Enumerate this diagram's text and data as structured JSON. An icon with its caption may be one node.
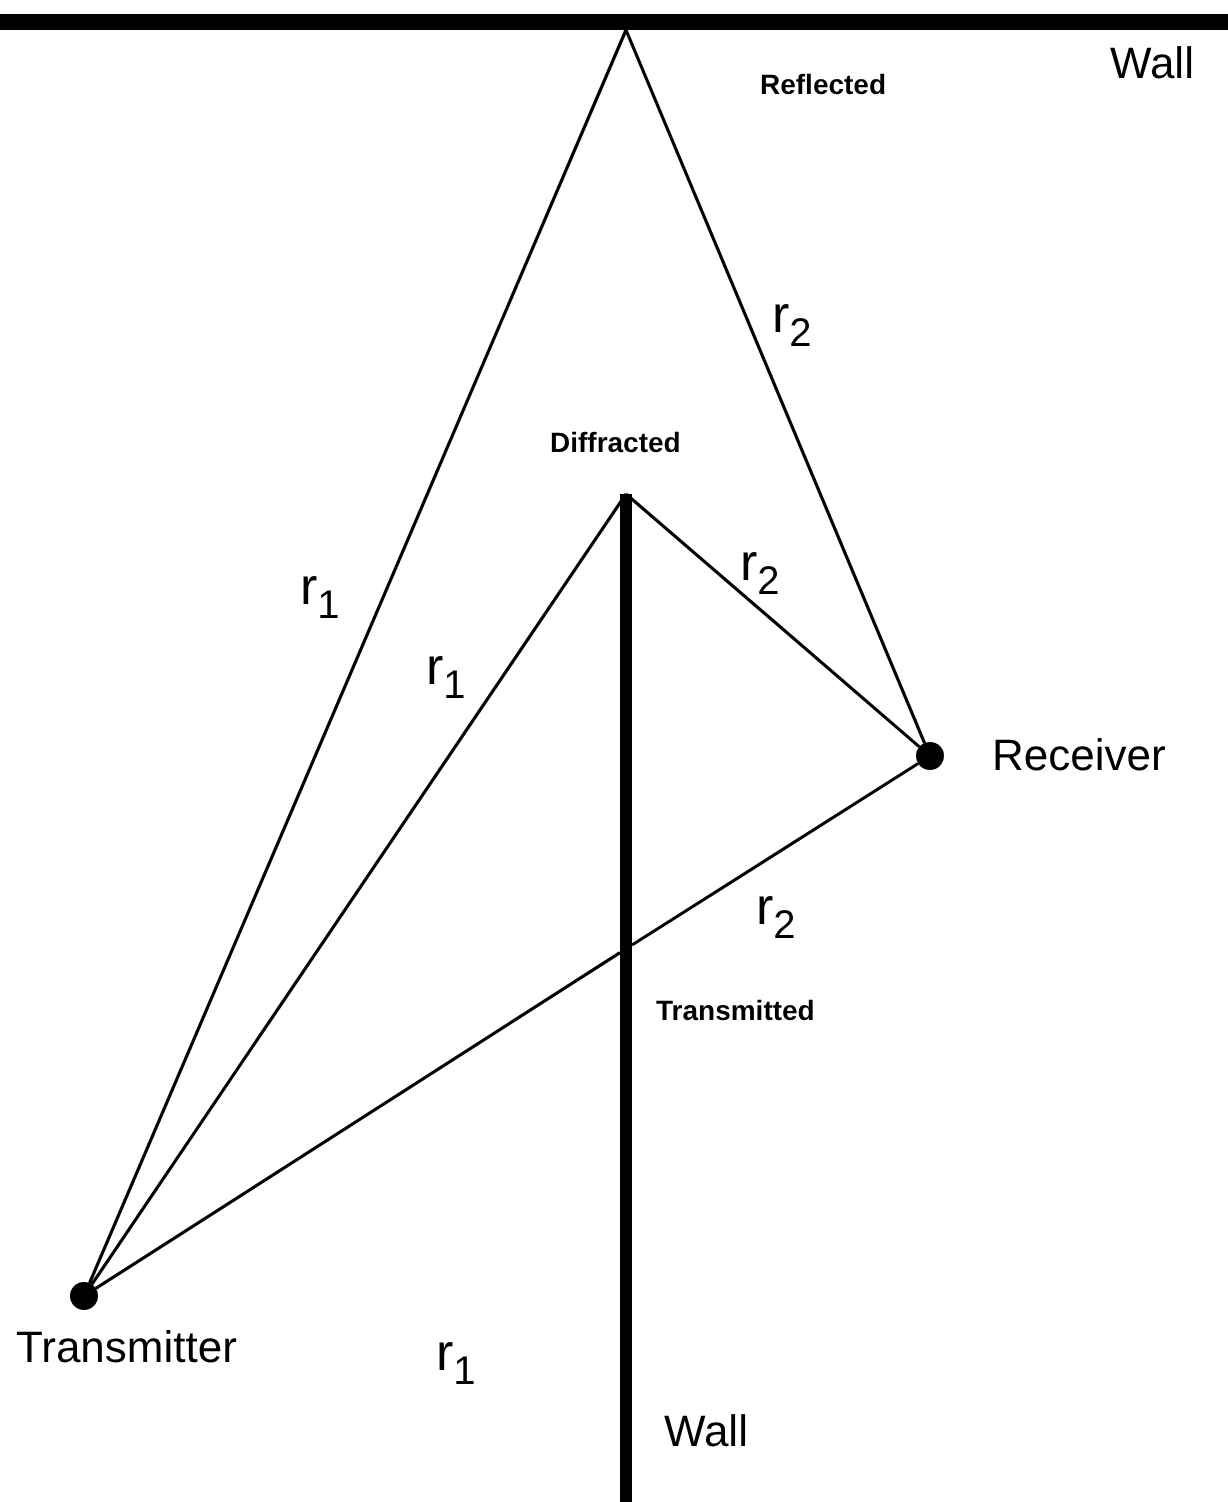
{
  "diagram": {
    "nodes": [
      {
        "text": [
          "Transmitter"
        ]
      },
      {
        "text": [
          "Receiver"
        ]
      },
      {
        "text": [
          "Wall"
        ]
      },
      {
        "text": [
          "Wall"
        ]
      }
    ],
    "edges": [
      {
        "from": 0,
        "to": 2,
        "arrow": "none",
        "label": "r$_{1}$"
      },
      {
        "from": 2,
        "to": 1,
        "arrow": "none",
        "label": "r$_{2}$"
      },
      {
        "from": 0,
        "to": 3,
        "arrow": "none",
        "label": "r$_{1}$"
      },
      {
        "from": 3,
        "to": 1,
        "arrow": "none",
        "label": "r$_{2}$"
      },
      {
        "from": 0,
        "to": 3,
        "arrow": "none",
        "label": "r$_{1}$"
      },
      {
        "from": 3,
        "to": 1,
        "arrow": "none",
        "label": "r$_{2}$"
      }
    ],
    "labels": [
      "Reflected",
      "Diffracted",
      "Transmitted"
    ]
  }
}
